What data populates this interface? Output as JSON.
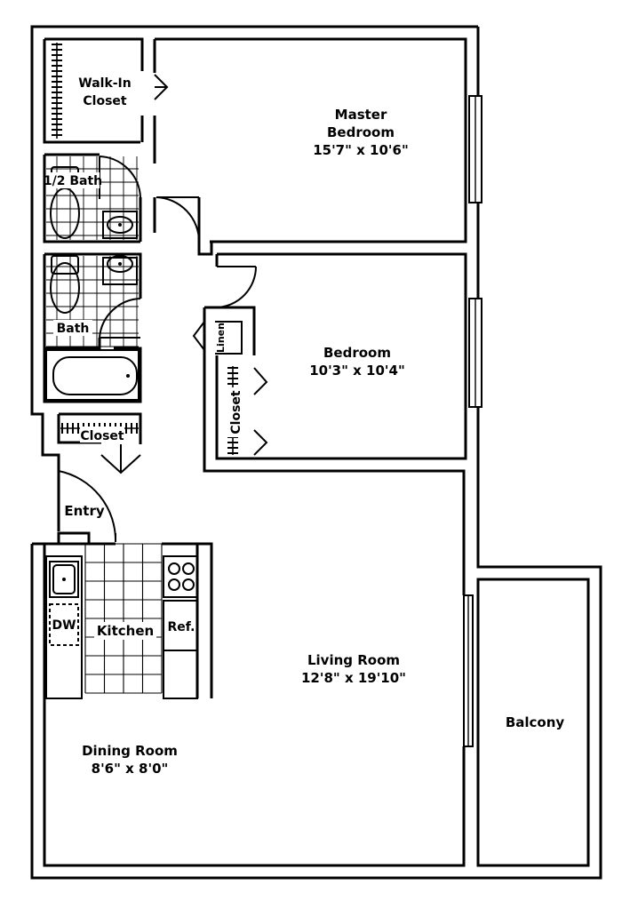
{
  "rooms": {
    "walk_in_closet": [
      "Walk-In",
      "Closet"
    ],
    "master_bedroom": {
      "name": [
        "Master",
        "Bedroom"
      ],
      "size": "15'7\" x 10'6\""
    },
    "half_bath": "1/2 Bath",
    "bath": "Bath",
    "linen": "Linen",
    "bedroom": {
      "name": "Bedroom",
      "size": "10'3\" x 10'4\""
    },
    "bedroom_closet": "Closet",
    "hall_closet": "Closet",
    "entry": "Entry",
    "dishwasher": "DW",
    "kitchen": "Kitchen",
    "refrigerator": "Ref.",
    "living_room": {
      "name": "Living Room",
      "size": "12'8\" x 19'10\""
    },
    "dining_room": {
      "name": "Dining Room",
      "size": "8'6\" x 8'0\""
    },
    "balcony": "Balcony"
  },
  "colors": {
    "line": "#000000",
    "background": "#ffffff"
  }
}
